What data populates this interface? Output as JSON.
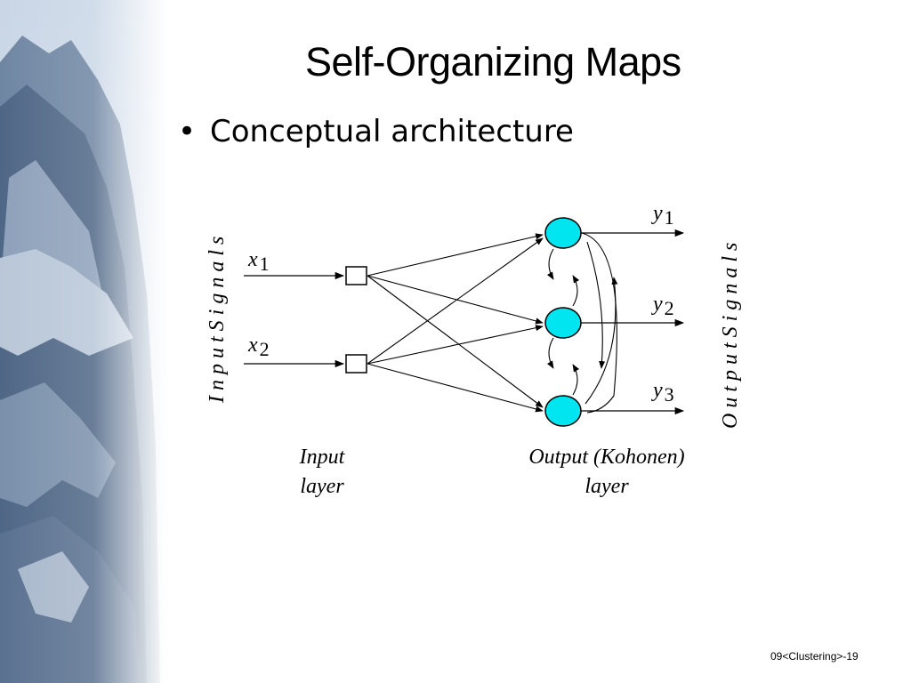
{
  "slide": {
    "title": "Self-Organizing Maps",
    "bullet_symbol": "•",
    "bullet_text": "Conceptual architecture",
    "footer": "09<Clustering>-19"
  },
  "diagram": {
    "input_signals_label": "I n p u t   S i g n a l s",
    "output_signals_label": "O u t p u t   S i g n a l s",
    "inputs": [
      {
        "var": "x",
        "sub": "1"
      },
      {
        "var": "x",
        "sub": "2"
      }
    ],
    "outputs": [
      {
        "var": "y",
        "sub": "1"
      },
      {
        "var": "y",
        "sub": "2"
      },
      {
        "var": "y",
        "sub": "3"
      }
    ],
    "input_layer_caption": [
      "Input",
      "layer"
    ],
    "output_layer_caption": [
      "Output (Kohonen)",
      "layer"
    ],
    "colors": {
      "neuron_fill": "#00e5f0",
      "input_node_fill": "#ffffff",
      "lines": "#000000"
    }
  }
}
